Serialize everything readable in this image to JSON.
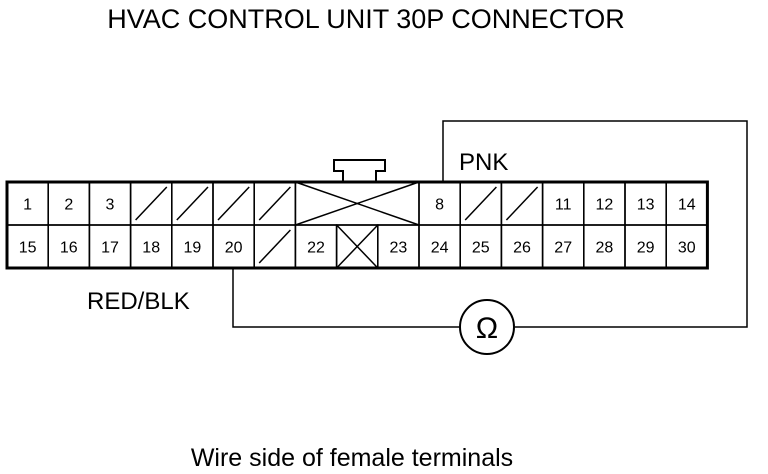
{
  "title": "HVAC CONTROL UNIT 30P CONNECTOR",
  "caption": "Wire side of female terminals",
  "wires": {
    "upper": "PNK",
    "lower": "RED/BLK"
  },
  "meter": {
    "symbol": "Ω",
    "icon": "ohmmeter-icon"
  },
  "connector": {
    "rows": [
      [
        "1",
        "2",
        "3",
        "/",
        "/",
        "/",
        "/",
        "X",
        "X",
        "X",
        "8",
        "/",
        "/",
        "11",
        "12",
        "13",
        "14"
      ],
      [
        "15",
        "16",
        "17",
        "18",
        "19",
        "20",
        "/",
        "22",
        "X",
        "23",
        "24",
        "25",
        "26",
        "27",
        "28",
        "29",
        "30"
      ]
    ]
  }
}
